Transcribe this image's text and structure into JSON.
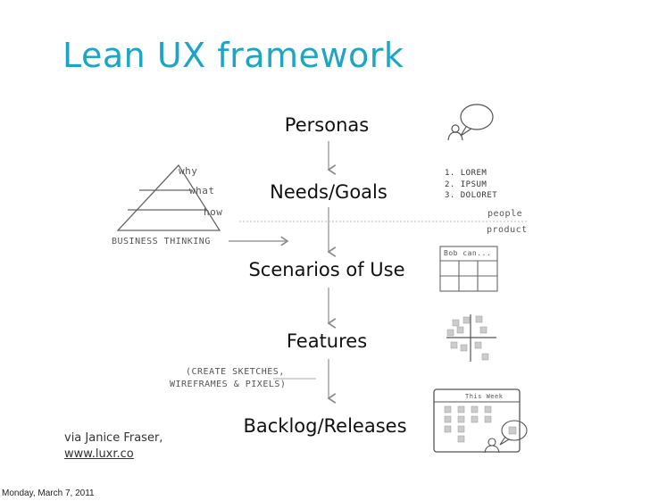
{
  "title": "Lean UX framework",
  "stages": [
    "Personas",
    "Needs/Goals",
    "Scenarios of Use",
    "Features",
    "Backlog/Releases"
  ],
  "pyramid": {
    "levels": [
      "why",
      "what",
      "how"
    ],
    "label": "BUSINESS THINKING"
  },
  "list_items": [
    "1. LOREM",
    "2. IPSUM",
    "3. DOLORET"
  ],
  "people_label": "people",
  "product_label": "product",
  "scenario_note": "Bob can...",
  "features_note_line1": "(CREATE SKETCHES,",
  "features_note_line2": "WIREFRAMES & PIXELS)",
  "board_title": "This Week",
  "credit": {
    "line1": "via Janice Fraser,",
    "link": "www.luxr.co"
  },
  "footer_date": "Monday, March 7, 2011",
  "colors": {
    "title": "#1fa5c4",
    "arrow": "#888888",
    "note": "#cccccc"
  }
}
